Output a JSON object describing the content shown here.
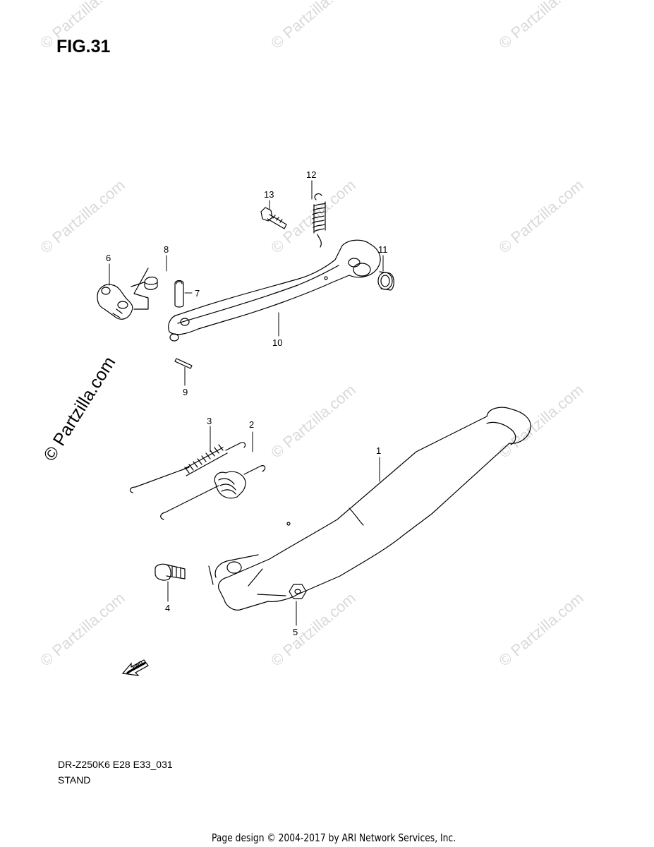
{
  "figure": {
    "title": "FIG.31"
  },
  "watermark": {
    "text": "© Partzilla.com",
    "color": "#d9d9d9"
  },
  "callouts": [
    {
      "id": "1",
      "label": "1"
    },
    {
      "id": "2",
      "label": "2"
    },
    {
      "id": "3",
      "label": "3"
    },
    {
      "id": "4",
      "label": "4"
    },
    {
      "id": "5",
      "label": "5"
    },
    {
      "id": "6",
      "label": "6"
    },
    {
      "id": "7",
      "label": "7"
    },
    {
      "id": "8",
      "label": "8"
    },
    {
      "id": "9",
      "label": "9"
    },
    {
      "id": "10",
      "label": "10"
    },
    {
      "id": "11",
      "label": "11"
    },
    {
      "id": "12",
      "label": "12"
    },
    {
      "id": "13",
      "label": "13"
    }
  ],
  "direction_arrow": {
    "label": "FWD"
  },
  "footer": {
    "model_code": "DR-Z250K6 E28 E33_031",
    "section_name": "STAND",
    "credit": "Page design © 2004-2017 by ARI Network Services, Inc."
  }
}
